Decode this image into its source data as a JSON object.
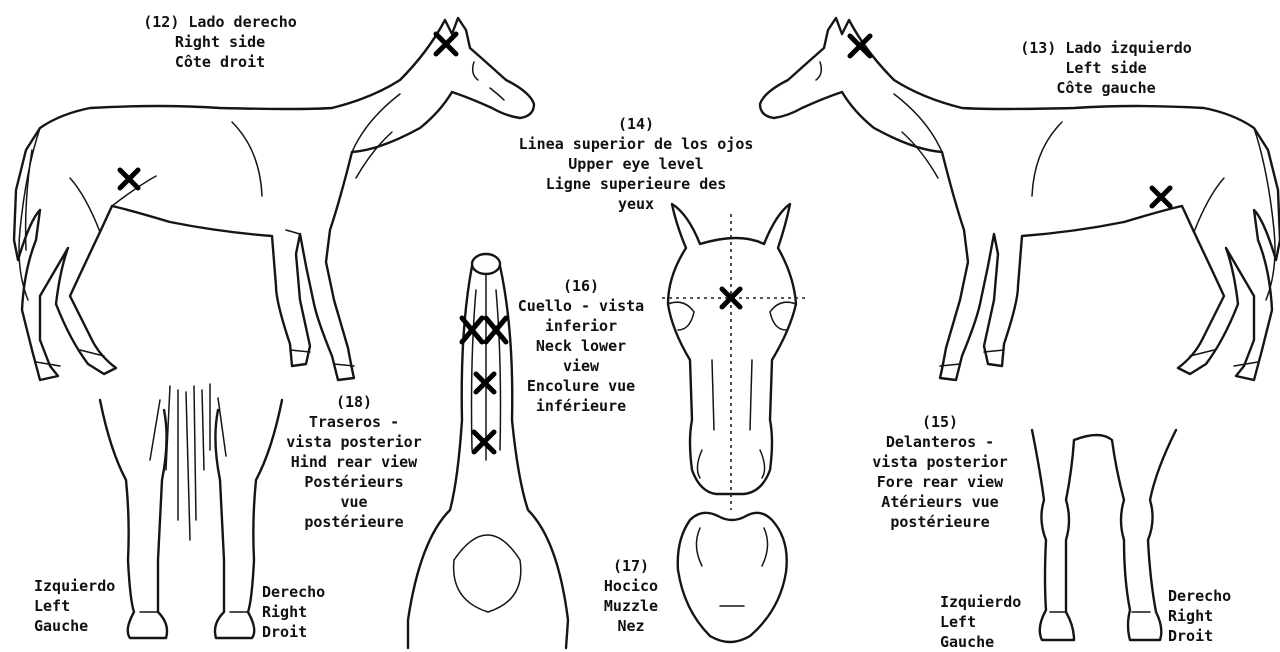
{
  "views": {
    "v12": {
      "number": "(12)",
      "lines": [
        "Lado derecho",
        "Right side",
        "Côte droit"
      ]
    },
    "v13": {
      "number": "(13)",
      "lines": [
        "Lado izquierdo",
        "Left side",
        "Côte gauche"
      ]
    },
    "v14": {
      "number": "(14)",
      "lines": [
        "Linea superior de los ojos",
        "Upper eye level",
        "Ligne superieure des",
        "yeux"
      ]
    },
    "v15": {
      "number": "(15)",
      "lines": [
        "Delanteros -",
        "vista posterior",
        "Fore rear view",
        "Atérieurs vue",
        "postérieure"
      ]
    },
    "v16": {
      "number": "(16)",
      "lines": [
        "Cuello - vista",
        "inferior",
        "Neck lower",
        "view",
        "Encolure vue",
        "inférieure"
      ]
    },
    "v17": {
      "number": "(17)",
      "lines": [
        "Hocico",
        "Muzzle",
        "Nez"
      ]
    },
    "v18": {
      "number": "(18)",
      "lines": [
        "Traseros -",
        "vista posterior",
        "Hind rear view",
        "Postérieurs",
        "vue",
        "postérieure"
      ]
    }
  },
  "side_labels": {
    "hind_left": [
      "Izquierdo",
      "Left",
      "Gauche"
    ],
    "hind_right": [
      "Derecho",
      "Right",
      "Droit"
    ],
    "fore_left": [
      "Izquierdo",
      "Left",
      "Gauche"
    ],
    "fore_right": [
      "Derecho",
      "Right",
      "Droit"
    ]
  },
  "marker_symbol": "X",
  "colors": {
    "ink": "#111111",
    "background": "#ffffff"
  }
}
